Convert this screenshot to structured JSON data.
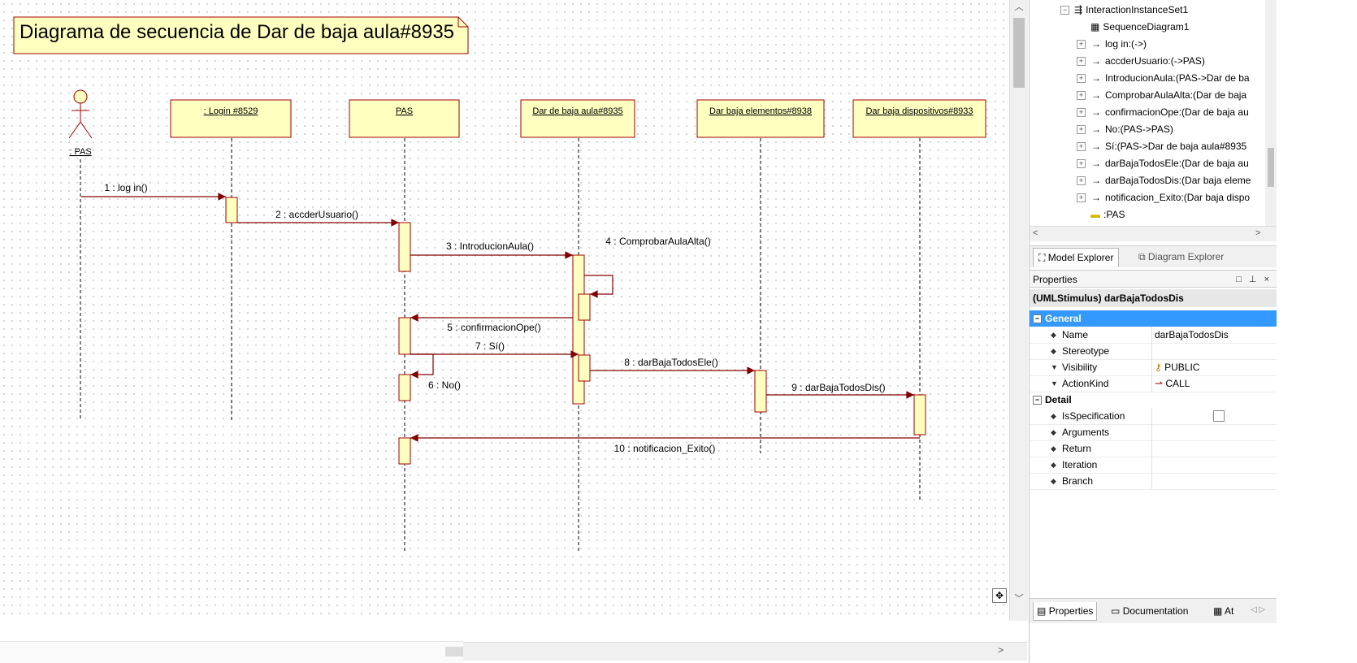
{
  "diagram": {
    "title": "Diagrama de secuencia de Dar de baja aula#8935",
    "actor": {
      "name": ": PAS"
    },
    "lifelines": [
      {
        "id": "login",
        "name": ": Login #8529"
      },
      {
        "id": "pas",
        "name": "PAS"
      },
      {
        "id": "aula",
        "name": "Dar de baja aula#8935"
      },
      {
        "id": "elem",
        "name": "Dar baja elementos#8938"
      },
      {
        "id": "disp",
        "name": "Dar baja dispositivos#8933"
      }
    ],
    "messages": [
      {
        "n": 1,
        "label": "1 : log in()",
        "from": "actor",
        "to": "login"
      },
      {
        "n": 2,
        "label": "2 : accderUsuario()",
        "from": "login",
        "to": "pas"
      },
      {
        "n": 3,
        "label": "3 : IntroducionAula()",
        "from": "pas",
        "to": "aula"
      },
      {
        "n": 4,
        "label": "4 : ComprobarAulaAlta()",
        "from": "aula",
        "to": "aula"
      },
      {
        "n": 5,
        "label": "5 : confirmacionOpe()",
        "from": "aula",
        "to": "pas"
      },
      {
        "n": 7,
        "label": "7 : Sí()",
        "from": "pas",
        "to": "aula"
      },
      {
        "n": 6,
        "label": "6 : No()",
        "from": "pas",
        "to": "pas"
      },
      {
        "n": 8,
        "label": "8 : darBajaTodosEle()",
        "from": "aula",
        "to": "elem"
      },
      {
        "n": 9,
        "label": "9 : darBajaTodosDis()",
        "from": "elem",
        "to": "disp"
      },
      {
        "n": 10,
        "label": "10 : notificacion_Exito()",
        "from": "disp",
        "to": "pas"
      }
    ]
  },
  "tree": {
    "items": [
      {
        "label": "InteractionInstanceSet1",
        "icon": "interaction-set-icon",
        "expander": "⊟"
      },
      {
        "label": "SequenceDiagram1",
        "icon": "sequence-diagram-icon",
        "expander": ""
      },
      {
        "label": "log in:(->)",
        "icon": "arrow-icon",
        "expander": "⊞"
      },
      {
        "label": "accderUsuario:(->PAS)",
        "icon": "arrow-icon",
        "expander": "⊞"
      },
      {
        "label": "IntroducionAula:(PAS->Dar de ba",
        "icon": "arrow-icon",
        "expander": "⊞"
      },
      {
        "label": "ComprobarAulaAlta:(Dar de baja",
        "icon": "arrow-icon",
        "expander": "⊞"
      },
      {
        "label": "confirmacionOpe:(Dar de baja au",
        "icon": "arrow-icon",
        "expander": "⊞"
      },
      {
        "label": "No:(PAS->PAS)",
        "icon": "arrow-icon",
        "expander": "⊞"
      },
      {
        "label": "Sí:(PAS->Dar de baja aula#8935",
        "icon": "arrow-icon",
        "expander": "⊞"
      },
      {
        "label": "darBajaTodosEle:(Dar de baja au",
        "icon": "arrow-icon",
        "expander": "⊞"
      },
      {
        "label": "darBajaTodosDis:(Dar baja eleme",
        "icon": "arrow-icon",
        "expander": "⊞"
      },
      {
        "label": "notificacion_Exito:(Dar baja dispo",
        "icon": "arrow-icon",
        "expander": "⊞"
      },
      {
        "label": ":PAS",
        "icon": "object-icon",
        "expander": ""
      }
    ]
  },
  "explorer_tabs": {
    "model": "Model Explorer",
    "diagram": "Diagram Explorer"
  },
  "properties": {
    "panel_title": "Properties",
    "selected": "(UMLStimulus) darBajaTodosDis",
    "general_label": "General",
    "detail_label": "Detail",
    "general": [
      {
        "name": "Name",
        "value": "darBajaTodosDis"
      },
      {
        "name": "Stereotype",
        "value": ""
      },
      {
        "name": "Visibility",
        "value": "PUBLIC"
      },
      {
        "name": "ActionKind",
        "value": "CALL"
      }
    ],
    "detail": [
      {
        "name": "IsSpecification",
        "value": ""
      },
      {
        "name": "Arguments",
        "value": ""
      },
      {
        "name": "Return",
        "value": ""
      },
      {
        "name": "Iteration",
        "value": ""
      },
      {
        "name": "Branch",
        "value": ""
      }
    ]
  },
  "bottom_tabs": {
    "properties": "Properties",
    "documentation": "Documentation",
    "attachments": "At"
  },
  "colors": {
    "note_fill": "#ffffc0",
    "note_border": "#a00000",
    "message": "#800000"
  }
}
